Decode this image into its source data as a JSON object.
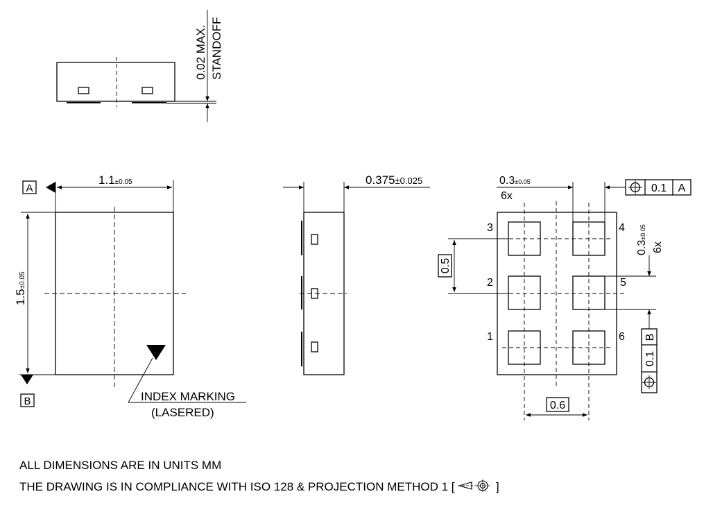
{
  "side_view": {
    "standoff_value": "0.02 MAX.",
    "standoff_label": "STANDOFF"
  },
  "top_view": {
    "datum_a": "A",
    "datum_b": "B",
    "width_value": "1.1",
    "width_tol": "±0.05",
    "height_value": "1.5",
    "height_tol": "±0.05",
    "index_marking": "INDEX MARKING",
    "index_marking_sub": "(LASERED)"
  },
  "end_view": {
    "thickness_value": "0.375",
    "thickness_tol": "±0.025"
  },
  "bottom_view": {
    "pad_width_value": "0.3",
    "pad_width_tol": "±0.05",
    "pad_width_count": "6x",
    "pad_height_value": "0.3",
    "pad_height_tol": "±0.05",
    "pad_height_count": "6x",
    "pitch_vertical": "0.5",
    "pitch_horizontal": "0.6",
    "pins": {
      "p1": "1",
      "p2": "2",
      "p3": "3",
      "p4": "4",
      "p5": "5",
      "p6": "6"
    },
    "fcf_top": {
      "tolerance": "0.1",
      "datum": "A"
    },
    "fcf_side": {
      "tolerance": "0.1",
      "datum": "B"
    }
  },
  "notes": {
    "line1": "ALL DIMENSIONS ARE IN UNITS MM",
    "line2_prefix": "THE DRAWING IS IN COMPLIANCE WITH ISO 128 & PROJECTION METHOD 1 [",
    "line2_suffix": "]"
  }
}
